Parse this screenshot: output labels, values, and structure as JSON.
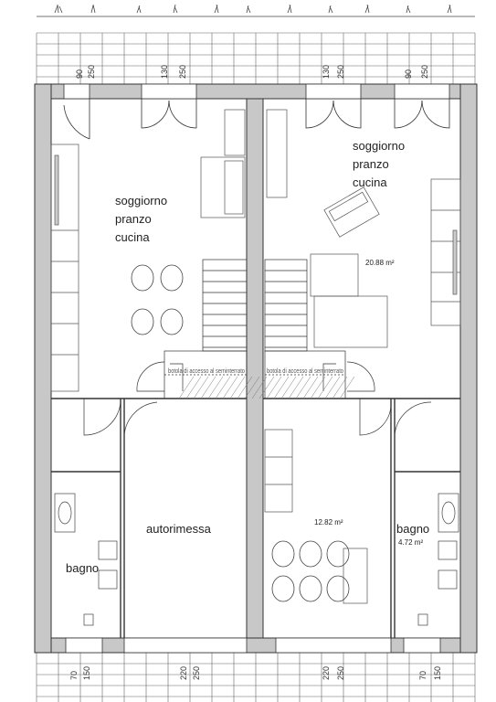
{
  "rooms": {
    "left_living": [
      "soggiorno",
      "pranzo",
      "cucina"
    ],
    "right_living": [
      "soggiorno",
      "pranzo",
      "cucina"
    ],
    "right_living_area": "20.88 m²",
    "garage": "autorimessa",
    "left_bath": "bagno",
    "right_bath": "bagno",
    "right_bath_area": "4.72 m²",
    "right_lower_area": "12.82 m²",
    "stair_left_note": "botola di accesso al seminterrato",
    "stair_right_note": "botola di accesso al seminterrato"
  },
  "dimensions": {
    "top": [
      "90",
      "250",
      "130",
      "250",
      "130",
      "250",
      "90",
      "250"
    ],
    "bottom": [
      "70",
      "150",
      "220",
      "250",
      "220",
      "250",
      "70",
      "150"
    ]
  },
  "colors": {
    "wall": "#bdbdbd",
    "line": "#333333",
    "paving": "#555555"
  }
}
